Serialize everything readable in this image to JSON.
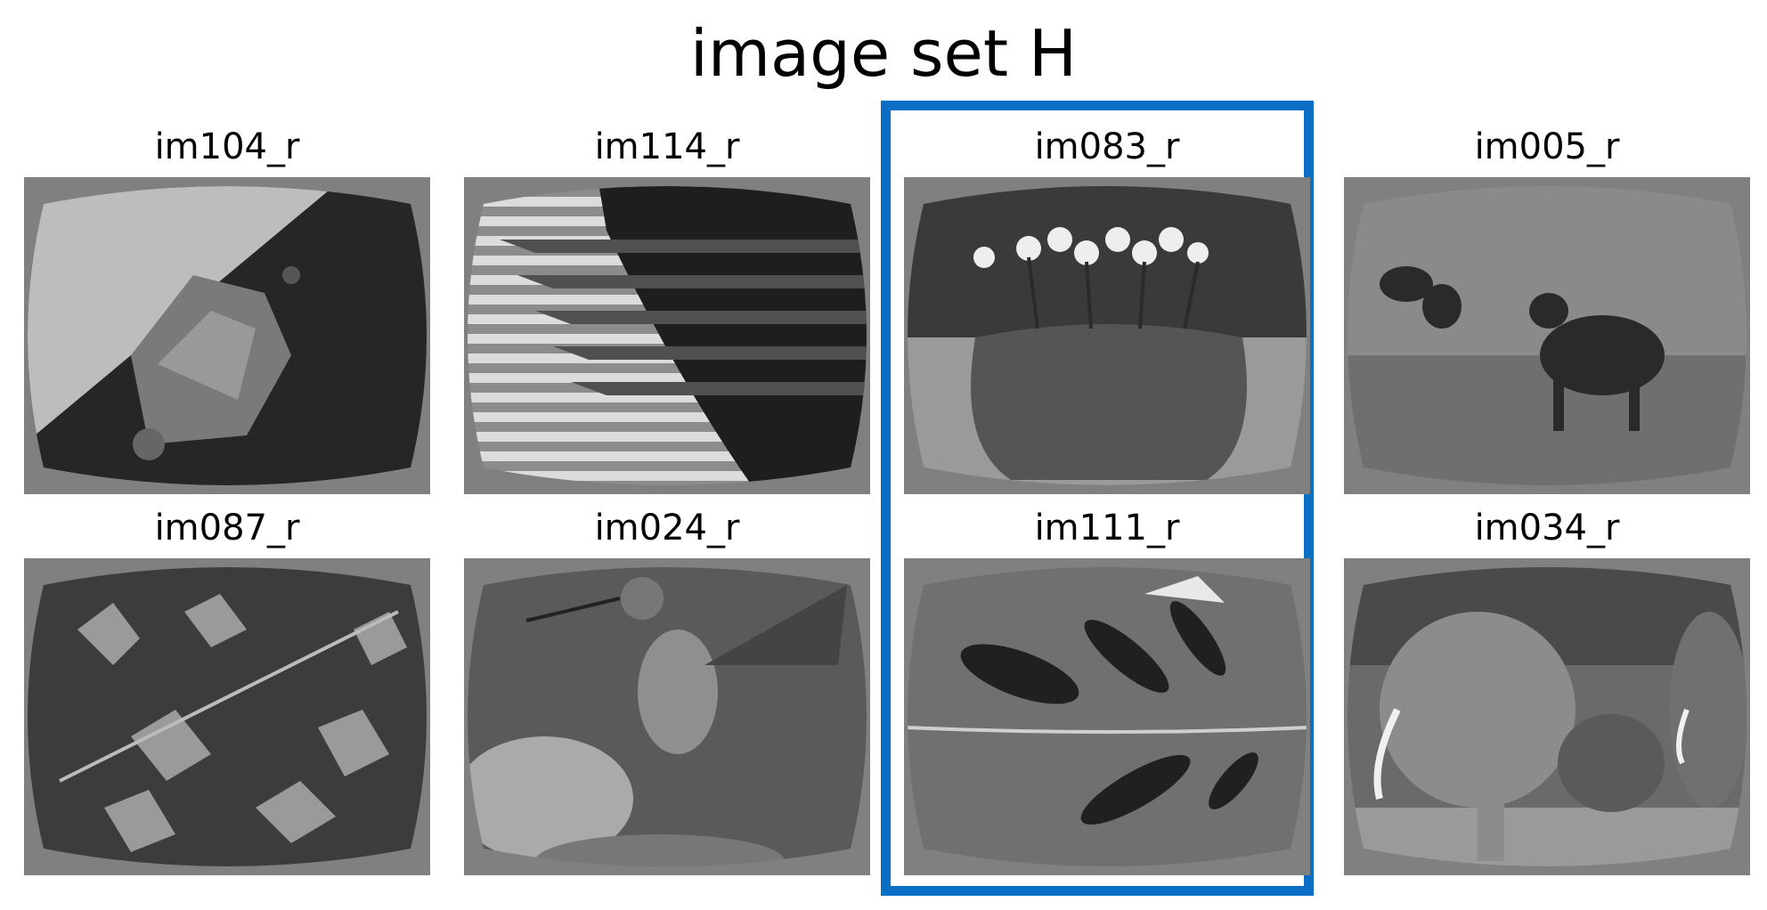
{
  "figure": {
    "title": "image set H",
    "highlight_color": "#0a6fc4",
    "background_gray": "#808080"
  },
  "rows": [
    [
      {
        "label": "im104_r",
        "subject": "rock-icon",
        "selected": false
      },
      {
        "label": "im114_r",
        "subject": "pencils-icon",
        "selected": false
      },
      {
        "label": "im083_r",
        "subject": "flower-pot-icon",
        "selected": true
      },
      {
        "label": "im005_r",
        "subject": "dogs-icon",
        "selected": false
      }
    ],
    [
      {
        "label": "im087_r",
        "subject": "leaves-icon",
        "selected": false
      },
      {
        "label": "im024_r",
        "subject": "hummingbird-icon",
        "selected": false
      },
      {
        "label": "im111_r",
        "subject": "monstera-leaf-icon",
        "selected": true
      },
      {
        "label": "im034_r",
        "subject": "elephants-icon",
        "selected": false
      }
    ]
  ]
}
